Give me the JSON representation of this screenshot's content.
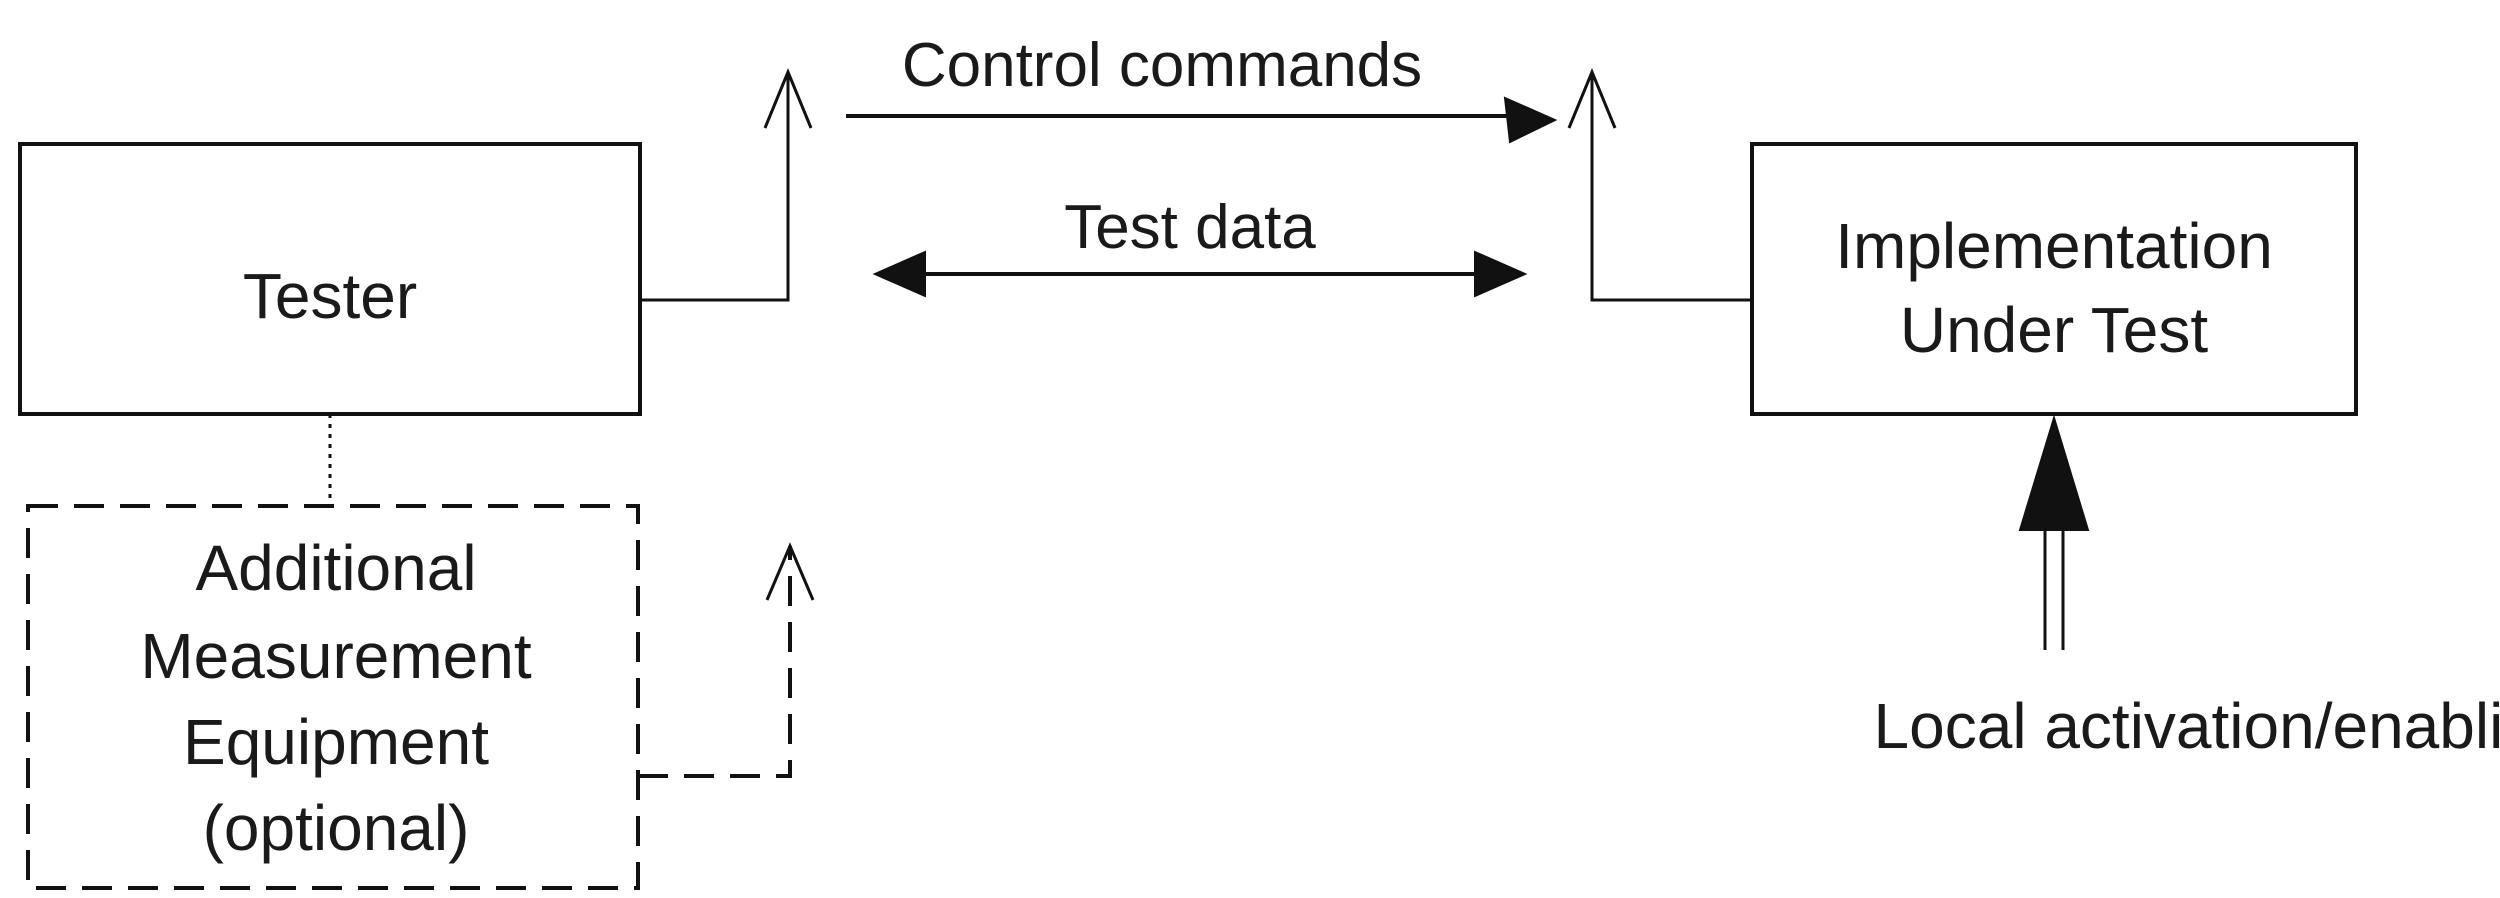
{
  "diagram": {
    "tester": {
      "label": "Tester"
    },
    "iut": {
      "lines": [
        "Implementation",
        "Under Test"
      ]
    },
    "equipment": {
      "lines": [
        "Additional",
        "Measurement",
        "Equipment",
        "(optional)"
      ]
    },
    "control_commands": {
      "label": "Control commands"
    },
    "test_data": {
      "label": "Test data"
    },
    "local_activation": {
      "label": "Local activation/enabling"
    }
  }
}
